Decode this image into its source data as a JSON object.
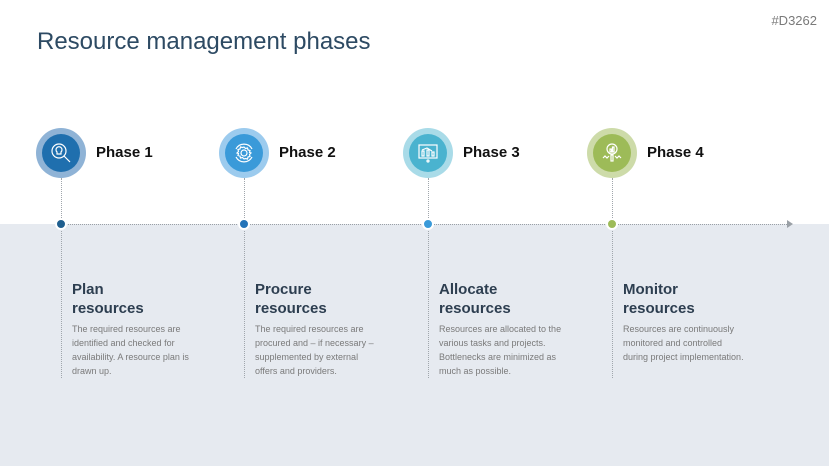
{
  "code": "#D3262",
  "title": "Resource management phases",
  "phases": [
    {
      "label": "Phase 1",
      "heading_1": "Plan",
      "heading_2": "resources",
      "desc": "The required resources are identified and checked for availability. A resource plan is drawn up.",
      "icon": "lightbulb-magnifier-icon",
      "color": "#1f6fae",
      "ring": "#8fb3d6",
      "dot": "#1f5f8f"
    },
    {
      "label": "Phase 2",
      "heading_1": "Procure",
      "heading_2": "resources",
      "desc": "The required resources are procured and – if necessary – supplemented by external offers and providers.",
      "icon": "gear-icon",
      "color": "#3a9ad9",
      "ring": "#9ccbee",
      "dot": "#2373b8"
    },
    {
      "label": "Phase 3",
      "heading_1": "Allocate",
      "heading_2": "resources",
      "desc": "Resources are allocated to the various tasks and projects. Bottlenecks are minimized as much as possible.",
      "icon": "presentation-chart-icon",
      "color": "#4ab3cf",
      "ring": "#a9dbe8",
      "dot": "#3a9ad9"
    },
    {
      "label": "Phase 4",
      "heading_1": "Monitor",
      "heading_2": "resources",
      "desc": "Resources are continuously monitored and controlled during project implementation.",
      "icon": "magnifier-chart-icon",
      "color": "#9dbb58",
      "ring": "#cddba9",
      "dot": "#9dbb58"
    }
  ]
}
